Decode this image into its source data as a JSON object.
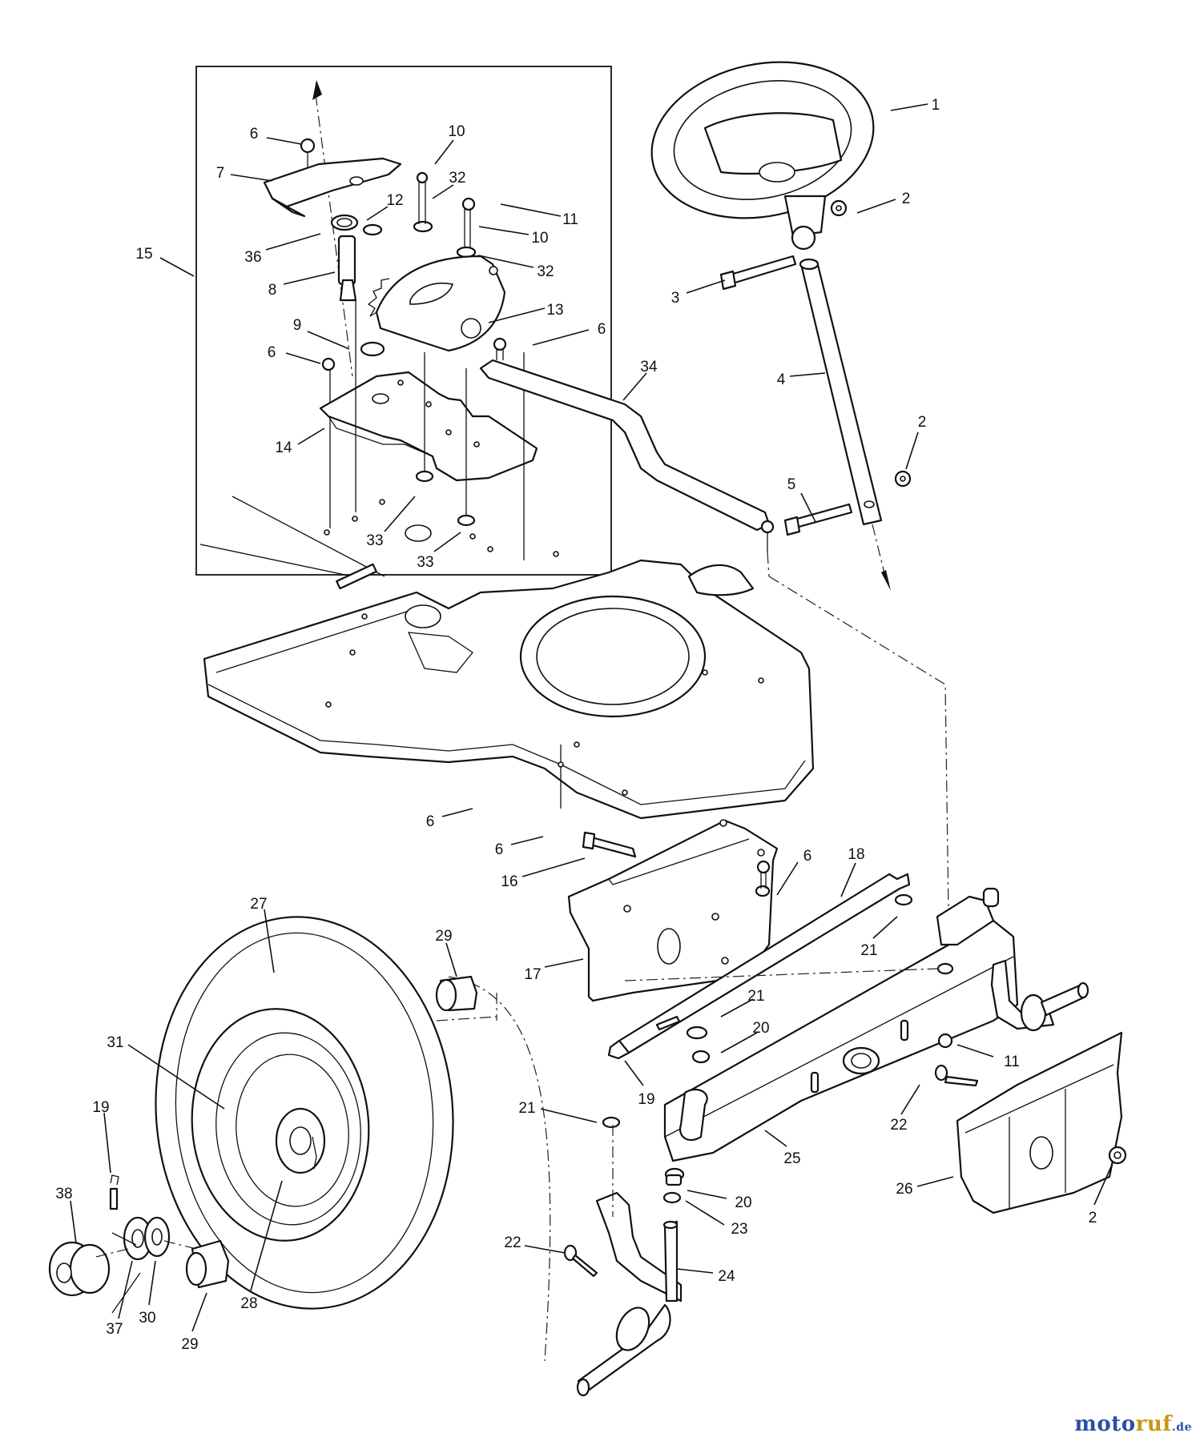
{
  "callouts": [
    {
      "label": "1"
    },
    {
      "label": "2"
    },
    {
      "label": "3"
    },
    {
      "label": "4"
    },
    {
      "label": "2"
    },
    {
      "label": "5"
    },
    {
      "label": "6"
    },
    {
      "label": "7"
    },
    {
      "label": "10"
    },
    {
      "label": "32"
    },
    {
      "label": "12"
    },
    {
      "label": "11"
    },
    {
      "label": "10"
    },
    {
      "label": "36"
    },
    {
      "label": "32"
    },
    {
      "label": "15"
    },
    {
      "label": "8"
    },
    {
      "label": "13"
    },
    {
      "label": "9"
    },
    {
      "label": "6"
    },
    {
      "label": "6"
    },
    {
      "label": "34"
    },
    {
      "label": "14"
    },
    {
      "label": "33"
    },
    {
      "label": "33"
    },
    {
      "label": "6"
    },
    {
      "label": "6"
    },
    {
      "label": "16"
    },
    {
      "label": "6"
    },
    {
      "label": "18"
    },
    {
      "label": "27"
    },
    {
      "label": "29"
    },
    {
      "label": "21"
    },
    {
      "label": "17"
    },
    {
      "label": "21"
    },
    {
      "label": "20"
    },
    {
      "label": "11"
    },
    {
      "label": "31"
    },
    {
      "label": "19"
    },
    {
      "label": "19"
    },
    {
      "label": "21"
    },
    {
      "label": "22"
    },
    {
      "label": "25"
    },
    {
      "label": "26"
    },
    {
      "label": "38"
    },
    {
      "label": "20"
    },
    {
      "label": "23"
    },
    {
      "label": "2"
    },
    {
      "label": "22"
    },
    {
      "label": "24"
    },
    {
      "label": "37"
    },
    {
      "label": "30"
    },
    {
      "label": "29"
    },
    {
      "label": "28"
    }
  ],
  "watermark": {
    "part1": "moto",
    "part2": "ruf",
    "part3": ".de"
  }
}
